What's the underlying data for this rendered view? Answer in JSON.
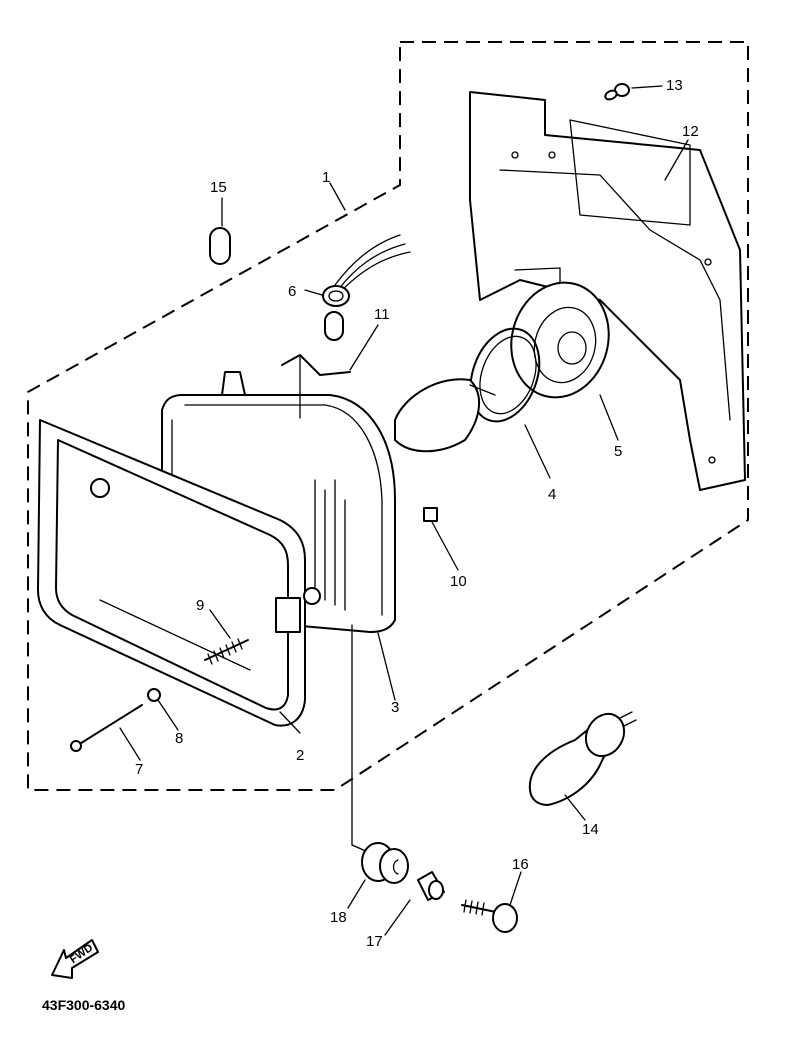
{
  "diagram": {
    "title": "Headlight assembly exploded parts diagram",
    "diagram_code": "43F300-6340",
    "direction_indicator": "FWD",
    "callouts": [
      {
        "number": "1",
        "part": "headlight-assembly"
      },
      {
        "number": "2",
        "part": "headlight-rim"
      },
      {
        "number": "3",
        "part": "headlight-lens-unit"
      },
      {
        "number": "4",
        "part": "bulb-retaining-ring"
      },
      {
        "number": "5",
        "part": "bulb-socket-cover"
      },
      {
        "number": "6",
        "part": "pilot-lamp-socket"
      },
      {
        "number": "7",
        "part": "adjusting-screw"
      },
      {
        "number": "8",
        "part": "nut"
      },
      {
        "number": "9",
        "part": "spring"
      },
      {
        "number": "10",
        "part": "clip-nut"
      },
      {
        "number": "11",
        "part": "spring-clip"
      },
      {
        "number": "12",
        "part": "headlight-housing-bracket"
      },
      {
        "number": "13",
        "part": "screw"
      },
      {
        "number": "14",
        "part": "headlight-bulb"
      },
      {
        "number": "15",
        "part": "pilot-bulb"
      },
      {
        "number": "16",
        "part": "bolt"
      },
      {
        "number": "17",
        "part": "collar"
      },
      {
        "number": "18",
        "part": "grommet"
      }
    ]
  }
}
